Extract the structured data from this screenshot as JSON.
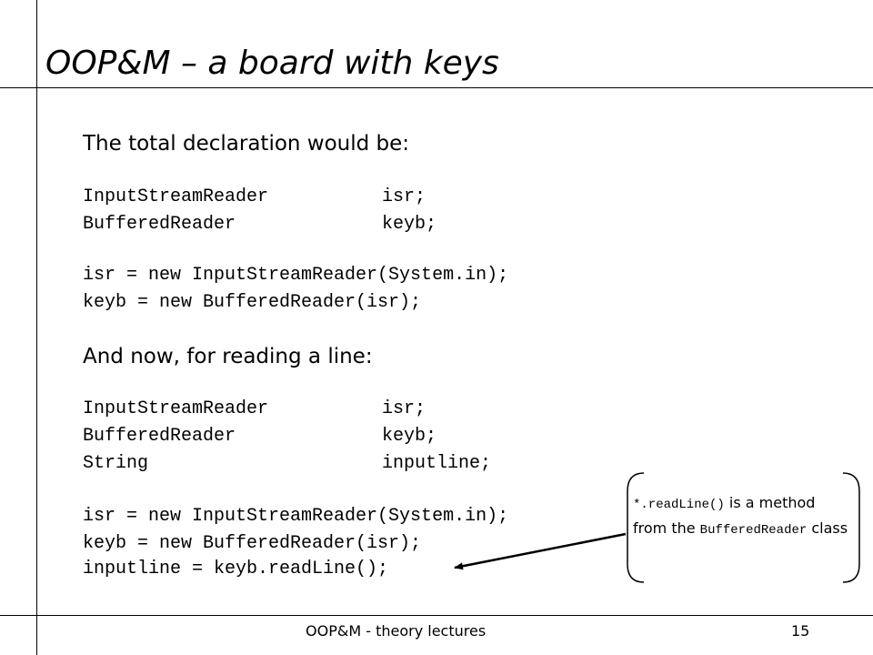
{
  "slide": {
    "title": "OOP&M – a board with keys",
    "heading1": "The total declaration would be:",
    "block1_decls": [
      {
        "type": "InputStreamReader",
        "name": "isr;"
      },
      {
        "type": "BufferedReader",
        "name": "keyb;"
      }
    ],
    "block1_stmts": [
      "isr = new InputStreamReader(System.in);",
      "keyb = new BufferedReader(isr);"
    ],
    "heading2": "And now, for reading a line:",
    "block2_decls": [
      {
        "type": "InputStreamReader",
        "name": "isr;"
      },
      {
        "type": "BufferedReader",
        "name": "keyb;"
      },
      {
        "type": "String",
        "name": "inputline;"
      }
    ],
    "block2_stmts": [
      "isr = new InputStreamReader(System.in);",
      "keyb = new BufferedReader(isr);",
      "inputline = keyb.readLine();"
    ],
    "callout": {
      "code1": "*.readLine()",
      "text1": " is a method from the ",
      "code2": "BufferedReader",
      "text2": " class"
    }
  },
  "footer": {
    "text": "OOP&M - theory lectures",
    "page": "15"
  }
}
